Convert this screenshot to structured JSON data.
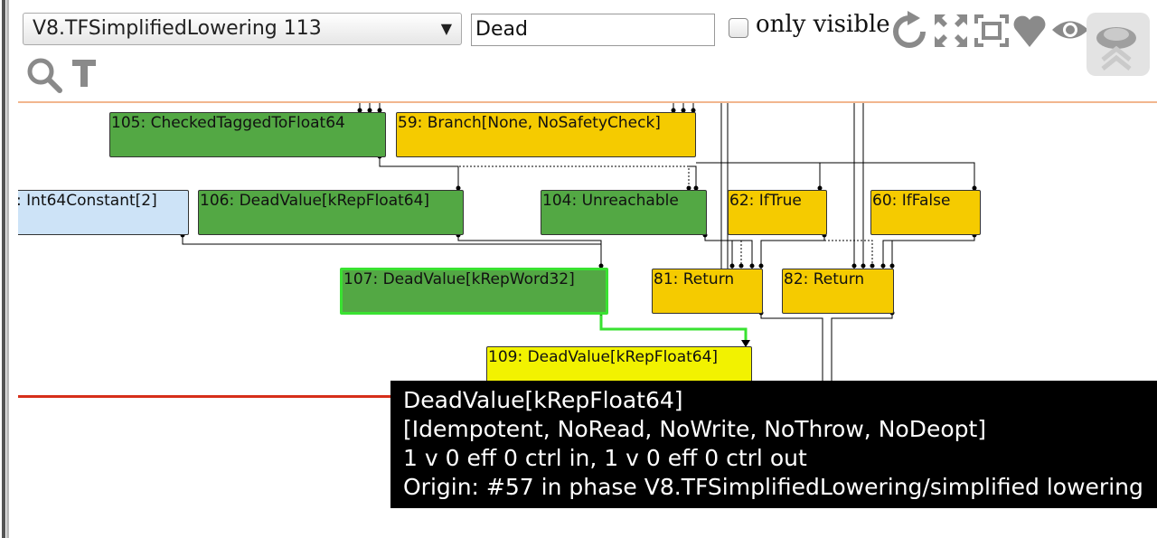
{
  "toolbar": {
    "phase_select": {
      "value": "V8.TFSimplifiedLowering 113"
    },
    "search": {
      "value": "Dead"
    },
    "only_visible_label": "only visible",
    "icons": [
      "refresh-icon",
      "expand-icon",
      "fit-icon",
      "heart-icon",
      "eye-icon",
      "layout-toggle-icon",
      "search-icon",
      "types-icon"
    ]
  },
  "graph": {
    "nodes": [
      {
        "id": "105",
        "label": "105: CheckedTaggedToFloat64",
        "kind": "green"
      },
      {
        "id": "59",
        "label": "59: Branch[None, NoSafetyCheck]",
        "kind": "yellow"
      },
      {
        "id": "int64",
        "label": ": Int64Constant[2]",
        "kind": "blue"
      },
      {
        "id": "106",
        "label": "106: DeadValue[kRepFloat64]",
        "kind": "green"
      },
      {
        "id": "104",
        "label": "104: Unreachable",
        "kind": "green"
      },
      {
        "id": "62",
        "label": "62: IfTrue",
        "kind": "yellow"
      },
      {
        "id": "60",
        "label": "60: IfFalse",
        "kind": "yellow"
      },
      {
        "id": "107",
        "label": "107: DeadValue[kRepWord32]",
        "kind": "green",
        "selected": true
      },
      {
        "id": "81",
        "label": "81: Return",
        "kind": "yellow"
      },
      {
        "id": "82",
        "label": "82: Return",
        "kind": "yellow"
      },
      {
        "id": "109",
        "label": "109: DeadValue[kRepFloat64]",
        "kind": "bright"
      }
    ]
  },
  "tooltip": {
    "line1": "DeadValue[kRepFloat64]",
    "line2": "[Idempotent, NoRead, NoWrite, NoThrow, NoDeopt]",
    "line3": "1 v 0 eff 0 ctrl in, 1 v 0 eff 0 ctrl out",
    "line4": "Origin: #57 in phase V8.TFSimplifiedLowering/simplified lowering"
  },
  "colors": {
    "value_node": "#53a844",
    "control_node": "#f5cb00",
    "constant_node": "#cde3f7",
    "hovered_node": "#f2f200",
    "selected_border": "#39e231",
    "highlighted_edge": "#39e231",
    "divider": "#d62f1a"
  }
}
